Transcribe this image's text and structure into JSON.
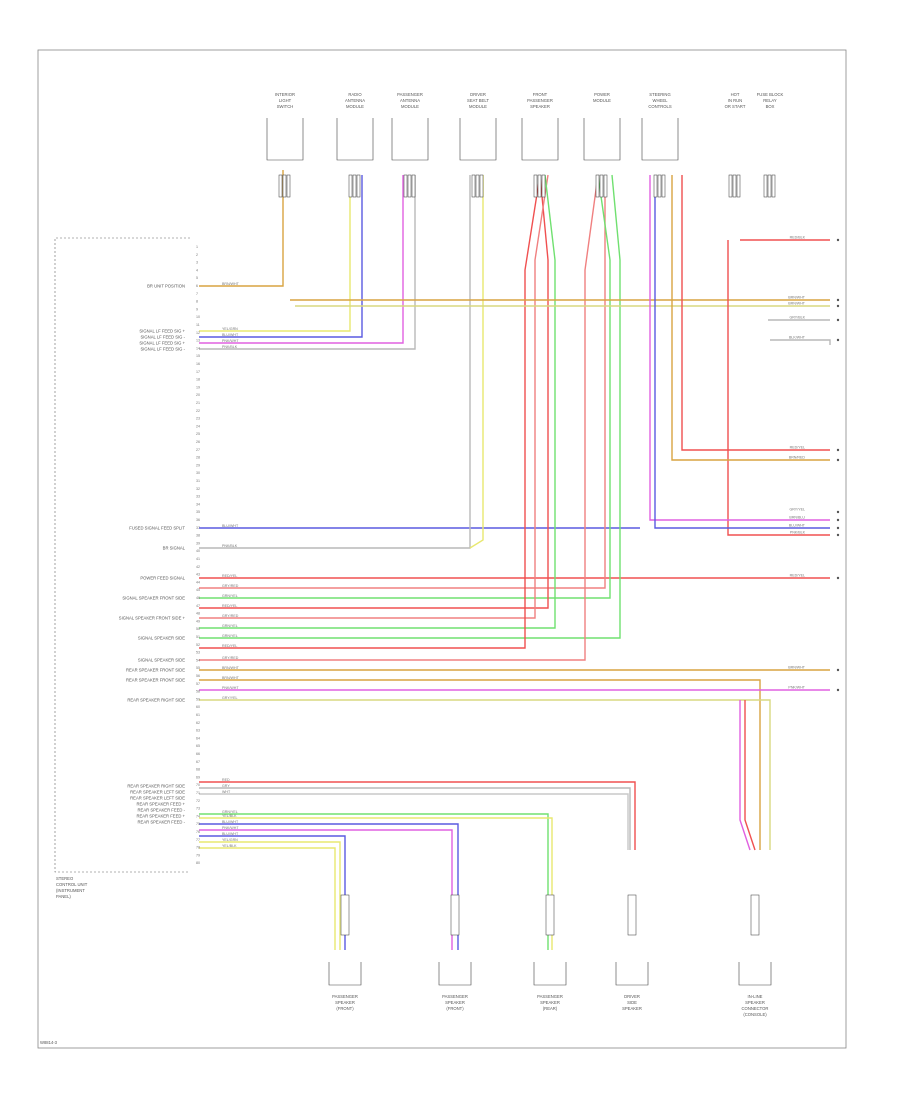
{
  "diagram_code": "W8814-3",
  "module": {
    "label_lines": [
      "STEREO",
      "CONTROL UNIT",
      "(INSTRUMENT",
      "PANEL)"
    ]
  },
  "left_labels": [
    "BR UNIT POSITION",
    "SIGNAL LF FEED SIG +",
    "SIGNAL LF FEED SIG -",
    "SIGNAL LF FEED SIG +",
    "SIGNAL LF FEED SIG -",
    "FUSED SIGNAL FEED SPLIT",
    "BR SIGNAL",
    "POWER FEED SIGNAL",
    "SIGNAL SPEAKER FRONT SIDE",
    "SIGNAL SPEAKER FRONT SIDE +",
    "SIGNAL SPEAKER SIDE",
    "SIGNAL SPEAKER SIDE",
    "REAR SPEAKER FRONT SIDE",
    "REAR SPEAKER FRONT SIDE",
    "REAR SPEAKER RIGHT SIDE",
    "REAR SPEAKER RIGHT SIDE",
    "REAR SPEAKER LEFT SIDE",
    "REAR SPEAKER LEFT SIDE",
    "REAR SPEAKER FEED +",
    "REAR SPEAKER FEED -",
    "REAR SPEAKER FEED +",
    "REAR SPEAKER FEED -"
  ],
  "top_components": [
    [
      "INTERIOR",
      "LIGHT",
      "SWITCH"
    ],
    [
      "RADIO",
      "ANTENNA",
      "MODULE"
    ],
    [
      "PASSENGER",
      "ANTENNA",
      "MODULE"
    ],
    [
      "DRIVER",
      "SEAT BELT",
      "MODULE"
    ],
    [
      "FRONT",
      "PASSENGER",
      "SPEAKER"
    ],
    [
      "POWER",
      "MODULE"
    ],
    [
      "STEERING",
      "WHEEL",
      "CONTROLS"
    ],
    [
      "HOT",
      "IN RUN",
      "OR START"
    ],
    [
      "FUSE BLOCK",
      "RELAY",
      "BOX"
    ]
  ],
  "bottom_components": [
    [
      "PASSENGER",
      "SPEAKER",
      "(FRONT)"
    ],
    [
      "PASSENGER",
      "SPEAKER",
      "(FRONT)"
    ],
    [
      "PASSENGER",
      "SPEAKER",
      "(REAR)"
    ],
    [
      "DRIVER",
      "SIDE",
      "SPEAKER"
    ],
    [
      "IN-LINE",
      "SPEAKER",
      "CONNECTOR",
      "(CONSOLE)"
    ]
  ],
  "wires": [
    {
      "label": "BRN/WHT",
      "color": "#d9a441"
    },
    {
      "label": "YEL/GRN",
      "color": "#e8e870"
    },
    {
      "label": "BLU/WHT",
      "color": "#5a5ae0"
    },
    {
      "label": "PNK/WHT",
      "color": "#e060e0"
    },
    {
      "label": "GRY/YEL",
      "color": "#d8d880"
    },
    {
      "label": "GRY/BLU",
      "color": "#5a5ae0"
    },
    {
      "label": "PNK/BLK",
      "color": "#b9b9b9"
    },
    {
      "label": "RED/YEL",
      "color": "#f05050"
    },
    {
      "label": "GRY/RED",
      "color": "#f08080"
    },
    {
      "label": "GRN/YEL",
      "color": "#70e070"
    },
    {
      "label": "BRN/WHT",
      "color": "#d9a441"
    },
    {
      "label": "PNK/BLU",
      "color": "#e060e0"
    },
    {
      "label": "YEL/BLK",
      "color": "#e8e870"
    },
    {
      "label": "RED",
      "color": "#f05050"
    },
    {
      "label": "GRY",
      "color": "#b9b9b9"
    },
    {
      "label": "WHT",
      "color": "#c8c8c8"
    },
    {
      "label": "GRN/YEL",
      "color": "#70e070"
    },
    {
      "label": "BLU/WHT",
      "color": "#5a5ae0"
    },
    {
      "label": "YEL/BLK",
      "color": "#e8e870"
    }
  ],
  "right_wire_labels": [
    "RED/BLK",
    "BRN/WHT",
    "BRN/WHT",
    "GRY/BLK",
    "BLK/WHT",
    "RED/YEL",
    "BRN/RED",
    "GRY/YEL",
    "BRN/BLU",
    "BLU/WHT",
    "PNK/BLK",
    "RED/YEL",
    "BRN/WHT",
    "PNK/WHT"
  ]
}
